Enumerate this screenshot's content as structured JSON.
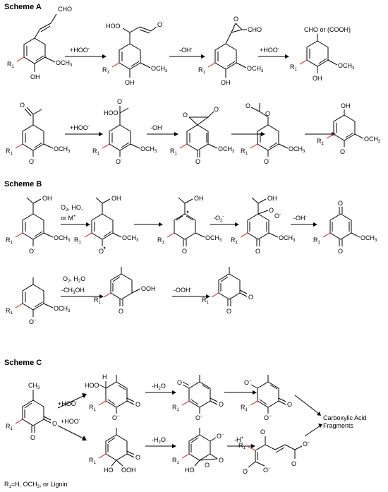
{
  "schemes": {
    "a": {
      "title": "Scheme A"
    },
    "b": {
      "title": "Scheme B"
    },
    "c": {
      "title": "Scheme C"
    }
  },
  "labels": {
    "och3": "OCH3",
    "oh": "OH",
    "cho": "CHO",
    "cho_or_cooh": "CHO or (COOH)",
    "hoo": "HOO",
    "ooh": "OOH",
    "hoo_h": "H",
    "o": "O",
    "o_minus": "O-",
    "r1": "R1",
    "ch3": "CH3",
    "ho": "HO",
    "hooh": "HO",
    "carboxylic": "Carboxylic Acid",
    "fragments": "Fragments",
    "footnote": "R1=H, OCH3, or Lignin"
  },
  "reagents": {
    "hoo_minus": "+HOO-",
    "oh_minus": "-OH-",
    "o2_ho": "O2, HO,",
    "or_m": "or M+",
    "o2_minus": "-O2-",
    "o2_h2o": "O2, H2O",
    "ch3oh": "-CH3OH",
    "ooh_minus": "-OOH-",
    "h2o": "-H2O",
    "h_plus": "-H+"
  }
}
